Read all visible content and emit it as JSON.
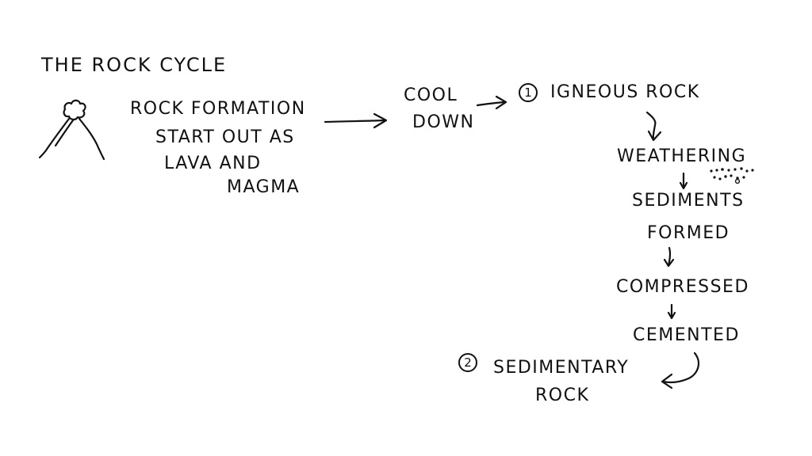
{
  "title": "THE ROCK CYCLE",
  "formation": {
    "lines": [
      "ROCK FORMATION",
      "START OUT AS",
      "LAVA AND",
      "MAGMA"
    ]
  },
  "cool_down": {
    "lines": [
      "COOL",
      "DOWN"
    ]
  },
  "igneous": {
    "number": "1",
    "label": "IGNEOUS ROCK"
  },
  "weathering": {
    "label": "WEATHERING"
  },
  "sediments": {
    "lines": [
      "SEDIMENTS",
      "FORMED"
    ]
  },
  "compressed": {
    "label": "COMPRESSED"
  },
  "cemented": {
    "label": "CEMENTED"
  },
  "sedimentary": {
    "number": "2",
    "lines": [
      "SEDIMENTARY",
      "ROCK"
    ]
  },
  "icons": {
    "volcano": "volcano-icon",
    "particles": "sediment-particles-icon"
  }
}
